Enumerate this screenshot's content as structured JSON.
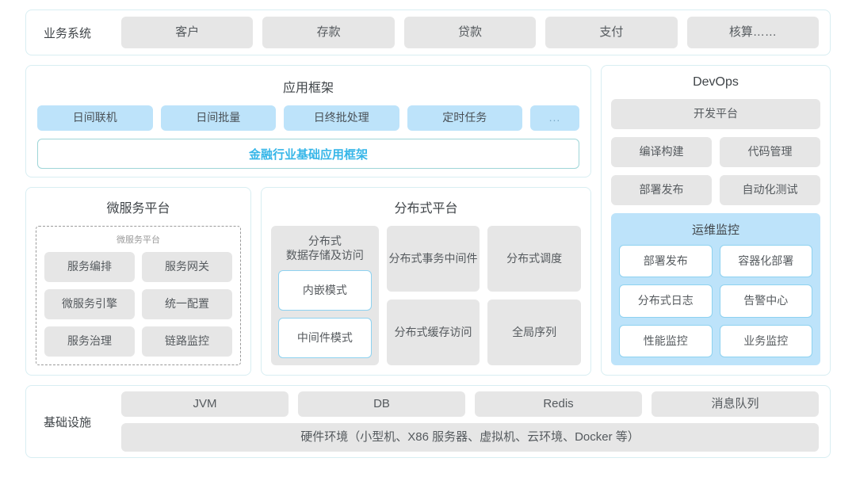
{
  "colors": {
    "card_border": "#d8eef2",
    "chip_gray": "#e6e6e6",
    "chip_blue": "#bde3fa",
    "outline_blue": "#8ed2f0",
    "accent_text": "#36b6e8",
    "text": "#555a5e",
    "dashed_border": "#9a9a9a"
  },
  "business_systems": {
    "label": "业务系统",
    "items": [
      {
        "label": "客户"
      },
      {
        "label": "存款"
      },
      {
        "label": "贷款"
      },
      {
        "label": "支付"
      },
      {
        "label": "核算……"
      }
    ]
  },
  "app_framework": {
    "title": "应用框架",
    "items": [
      {
        "label": "日间联机"
      },
      {
        "label": "日间批量"
      },
      {
        "label": "日终批处理"
      },
      {
        "label": "定时任务"
      },
      {
        "label": "..."
      }
    ],
    "base_label": "金融行业基础应用框架"
  },
  "microservice_platform": {
    "title": "微服务平台",
    "inner_title": "微服务平台",
    "items": [
      {
        "label": "服务编排"
      },
      {
        "label": "服务网关"
      },
      {
        "label": "微服务引擎"
      },
      {
        "label": "统一配置"
      },
      {
        "label": "服务治理"
      },
      {
        "label": "链路监控"
      }
    ]
  },
  "distributed_platform": {
    "title": "分布式平台",
    "storage": {
      "title": "分布式\n数据存储及访问",
      "title_line1": "分布式",
      "title_line2": "数据存储及访问",
      "modes": [
        {
          "label": "内嵌模式"
        },
        {
          "label": "中间件模式"
        }
      ]
    },
    "column2": [
      {
        "label": "分布式\n事务中间件",
        "line1": "分布式",
        "line2": "事务中间件"
      },
      {
        "label": "分布式\n缓存访问",
        "line1": "分布式",
        "line2": "缓存访问"
      }
    ],
    "column3": [
      {
        "label": "分布式调度"
      },
      {
        "label": "全局序列"
      }
    ]
  },
  "devops": {
    "title": "DevOps",
    "platform": {
      "label": "开发平台"
    },
    "items": [
      {
        "label": "编译构建"
      },
      {
        "label": "代码管理"
      },
      {
        "label": "部署发布"
      },
      {
        "label": "自动化测试"
      }
    ],
    "ops_monitoring": {
      "title": "运维监控",
      "items": [
        {
          "label": "部署发布"
        },
        {
          "label": "容器化部署"
        },
        {
          "label": "分布式日志"
        },
        {
          "label": "告警中心"
        },
        {
          "label": "性能监控"
        },
        {
          "label": "业务监控"
        }
      ]
    }
  },
  "infrastructure": {
    "label": "基础设施",
    "items": [
      {
        "label": "JVM"
      },
      {
        "label": "DB"
      },
      {
        "label": "Redis"
      },
      {
        "label": "消息队列"
      }
    ],
    "hardware": {
      "label": "硬件环境（小型机、X86 服务器、虚拟机、云环境、Docker 等）"
    }
  }
}
